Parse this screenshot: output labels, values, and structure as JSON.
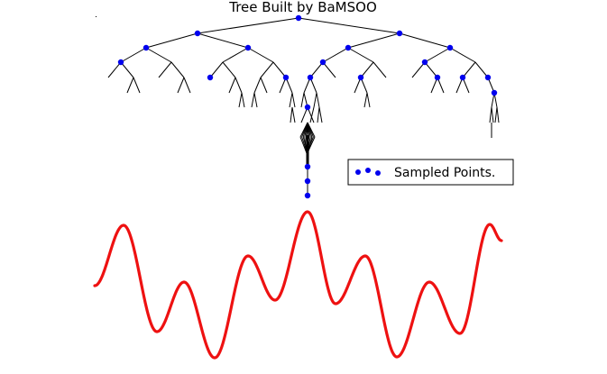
{
  "figure": {
    "title": "Tree Built by BaMSOO",
    "legend": {
      "label": "Sampled Points.",
      "placement": "right-middle"
    }
  },
  "colors": {
    "tree_edges": "#000000",
    "sampled_points": "#0000ee",
    "curve": "#ee1111",
    "legend_border": "#000000"
  }
}
